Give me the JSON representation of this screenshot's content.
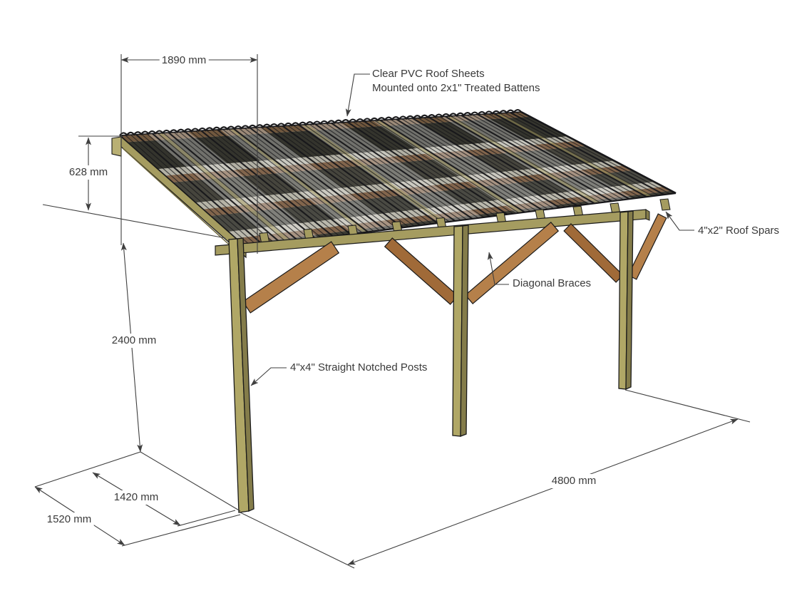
{
  "dimensions": {
    "d1890": "1890 mm",
    "d628": "628 mm",
    "d2400": "2400 mm",
    "d1420": "1420 mm",
    "d1520": "1520 mm",
    "d4800": "4800 mm"
  },
  "callouts": {
    "roof_sheets": [
      "Clear PVC Roof Sheets",
      "Mounted onto 2x1\" Treated Battens"
    ],
    "roof_spars": "4\"x2\" Roof Spars",
    "diagonal_braces": "Diagonal Braces",
    "posts": "4\"x4\" Straight Notched Posts"
  },
  "colors": {
    "background": "#ffffff",
    "line": "#3f3f3f",
    "text": "#3a3a3a",
    "timber_light": "#b0a766",
    "timber_mid": "#a59c60",
    "timber_shade": "#847c4a",
    "timber_end": "#b9b074",
    "brace_light": "#b5804a",
    "brace_mid": "#a06a38",
    "batten": "#7d5f45",
    "batten_top": "#6b5136",
    "roof_dark": "#26261f",
    "roof_mid": "#2b2b24",
    "roof_haze": "#8b897d",
    "roof_base": "#d9d7cb",
    "outline": "#1a1a1a"
  }
}
